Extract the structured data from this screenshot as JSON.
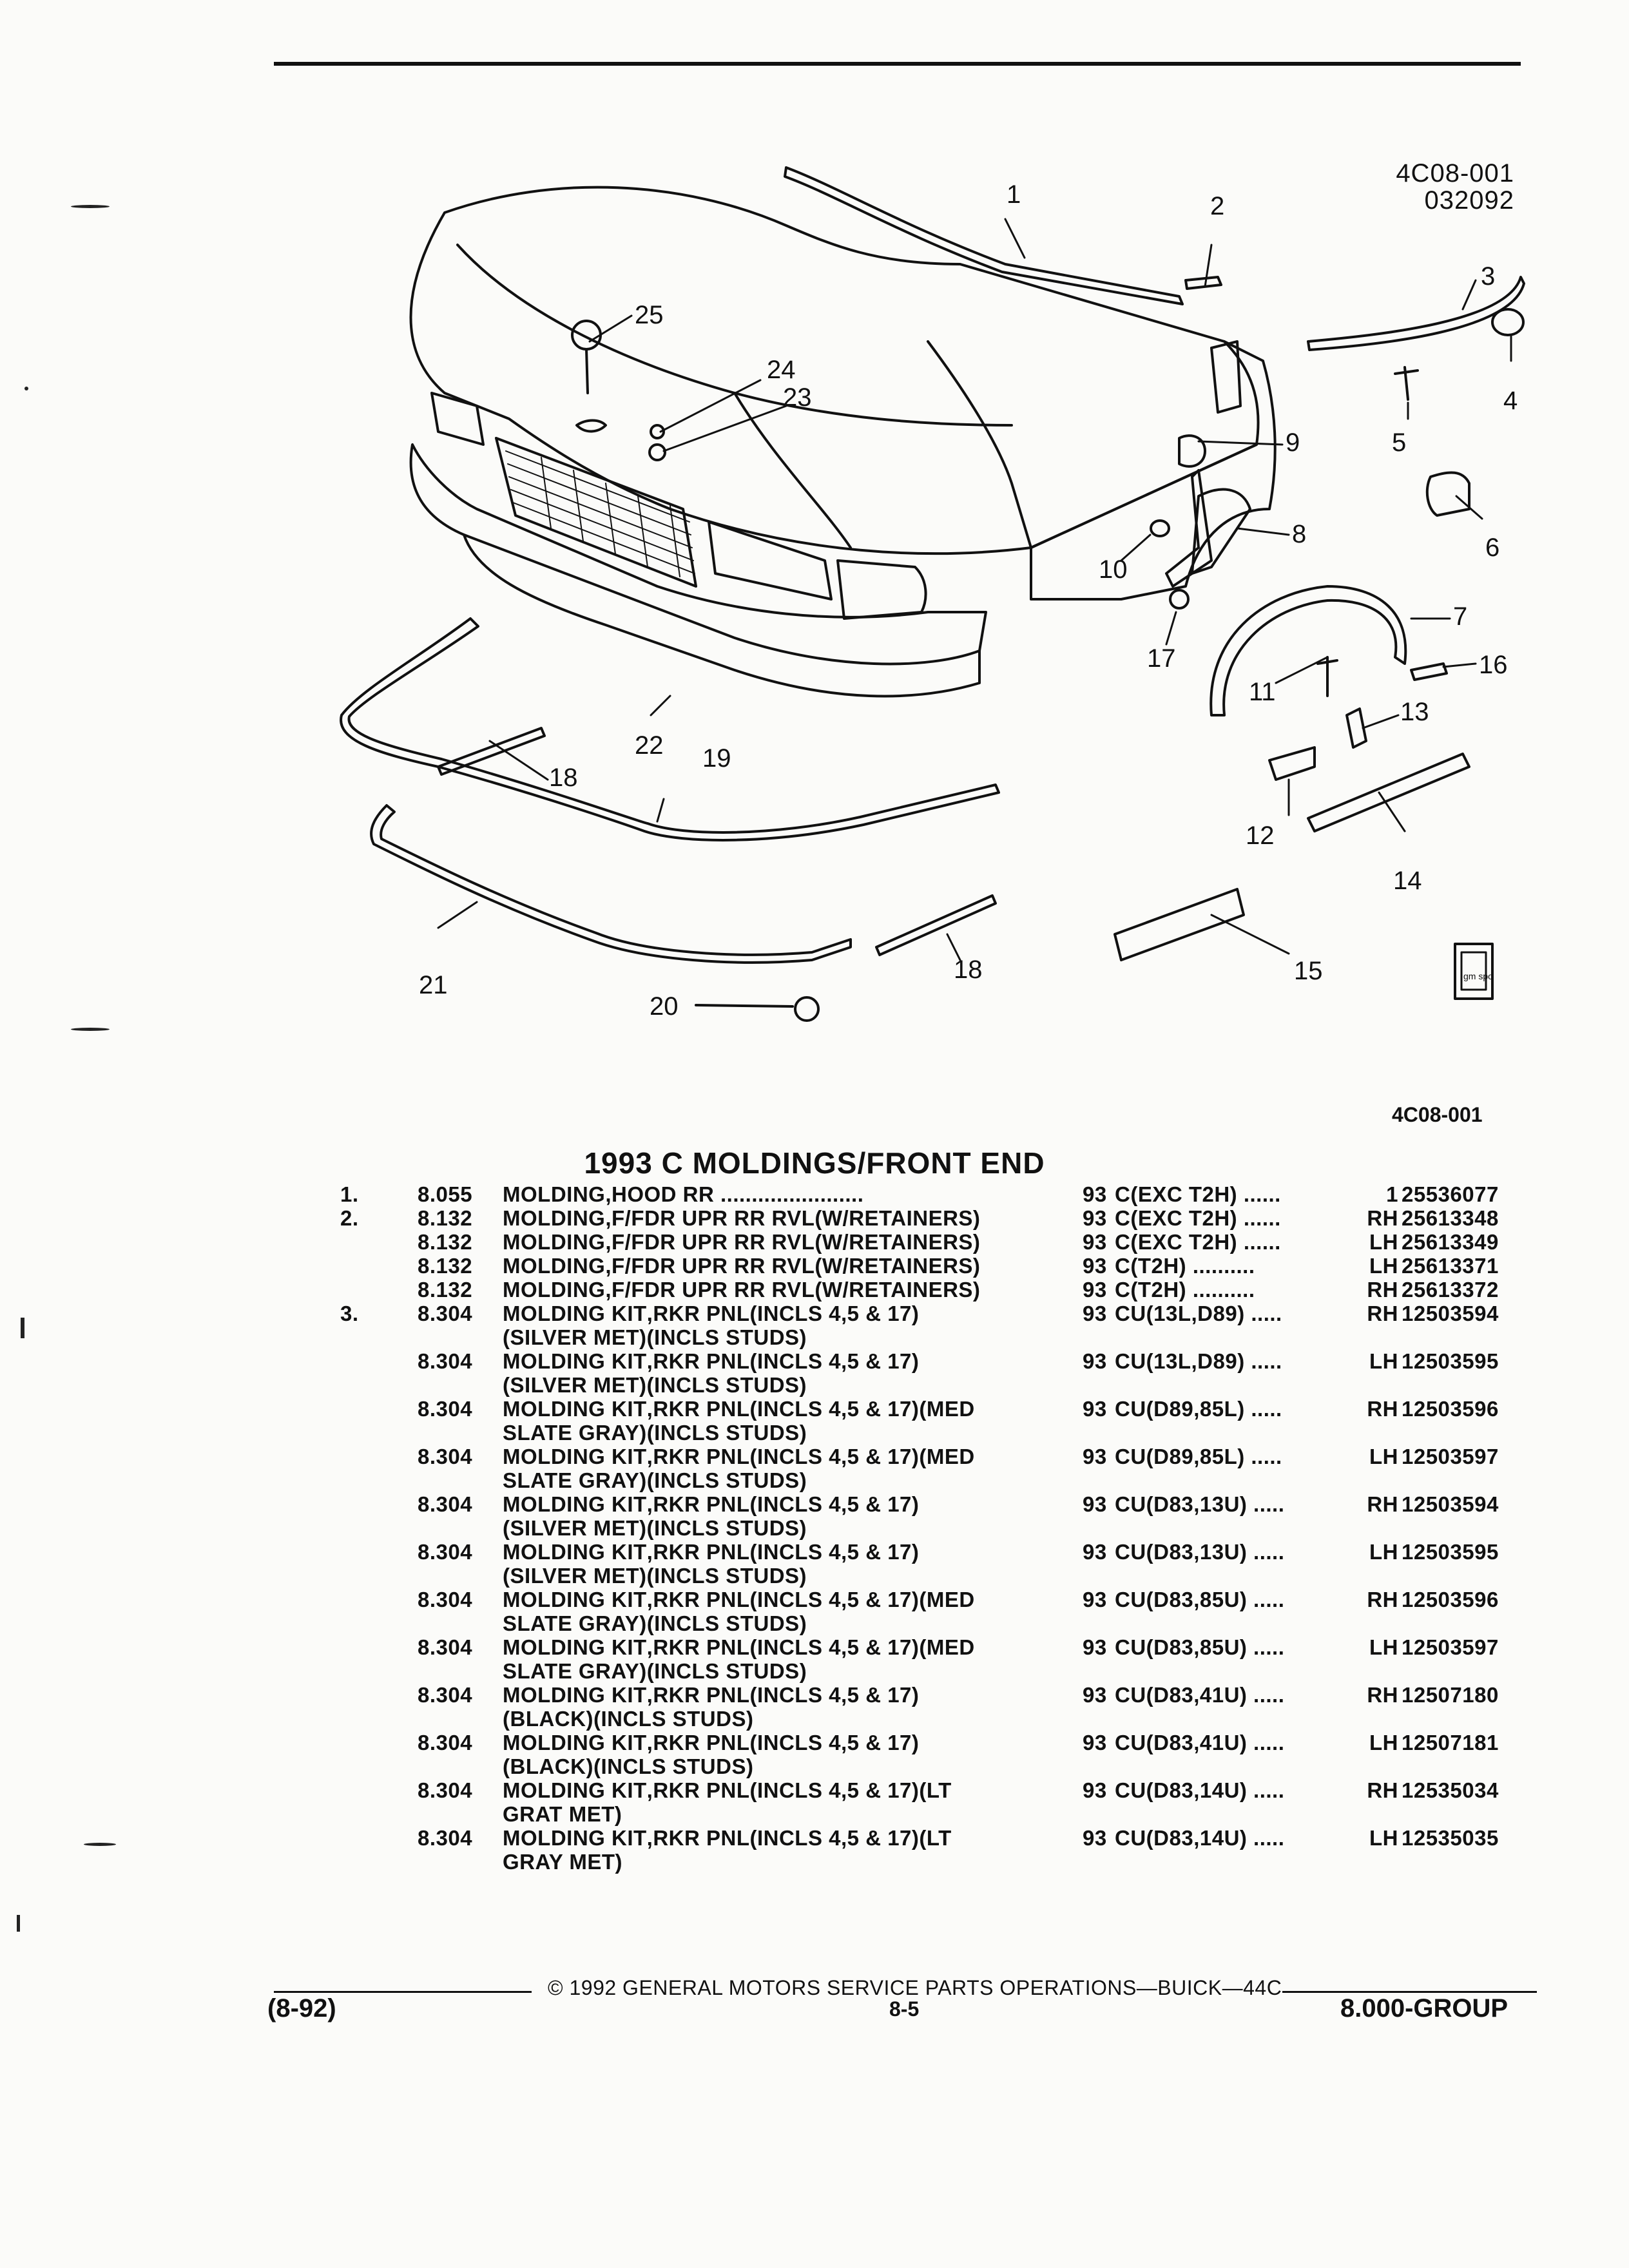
{
  "figure": {
    "code_top": "4C08-001",
    "date_code": "032092",
    "code_bottom": "4C08-001",
    "logo_text": "gm spo",
    "callouts": [
      "1",
      "2",
      "3",
      "4",
      "5",
      "6",
      "7",
      "8",
      "9",
      "10",
      "11",
      "12",
      "13",
      "14",
      "15",
      "16",
      "17",
      "18",
      "18",
      "19",
      "20",
      "21",
      "22",
      "23",
      "24",
      "25"
    ]
  },
  "title": "1993 C MOLDINGS/FRONT END",
  "parts": [
    {
      "ref": "1.",
      "group": "8.055",
      "name": "MOLDING",
      "desc": ",HOOD RR .......................",
      "desc2": "",
      "year": "93",
      "model": "C(EXC T2H) ......",
      "side": "1",
      "pn": "25536077"
    },
    {
      "ref": "2.",
      "group": "8.132",
      "name": "MOLDING",
      "desc": ",F/FDR UPR RR RVL(W/RETAINERS)",
      "desc2": "",
      "year": "93",
      "model": "C(EXC T2H) ......",
      "side": "RH",
      "pn": "25613348"
    },
    {
      "ref": "",
      "group": "8.132",
      "name": "MOLDING",
      "desc": ",F/FDR UPR RR RVL(W/RETAINERS)",
      "desc2": "",
      "year": "93",
      "model": "C(EXC T2H) ......",
      "side": "LH",
      "pn": "25613349"
    },
    {
      "ref": "",
      "group": "8.132",
      "name": "MOLDING",
      "desc": ",F/FDR UPR RR RVL(W/RETAINERS)",
      "desc2": "",
      "year": "93",
      "model": "C(T2H) ..........",
      "side": "LH",
      "pn": "25613371"
    },
    {
      "ref": "",
      "group": "8.132",
      "name": "MOLDING",
      "desc": ",F/FDR UPR RR RVL(W/RETAINERS)",
      "desc2": "",
      "year": "93",
      "model": "C(T2H) ..........",
      "side": "RH",
      "pn": "25613372"
    },
    {
      "ref": "3.",
      "group": "8.304",
      "name": "MOLDING KIT",
      "desc": ",RKR PNL(INCLS 4,5 & 17)",
      "desc2": "(SILVER MET)(INCLS STUDS)",
      "year": "93",
      "model": "CU(13L,D89) .....",
      "side": "RH",
      "pn": "12503594"
    },
    {
      "ref": "",
      "group": "8.304",
      "name": "MOLDING KIT",
      "desc": ",RKR PNL(INCLS 4,5 & 17)",
      "desc2": "(SILVER MET)(INCLS STUDS)",
      "year": "93",
      "model": "CU(13L,D89) .....",
      "side": "LH",
      "pn": "12503595"
    },
    {
      "ref": "",
      "group": "8.304",
      "name": "MOLDING KIT",
      "desc": ",RKR PNL(INCLS 4,5 & 17)(MED",
      "desc2": "SLATE GRAY)(INCLS STUDS)",
      "year": "93",
      "model": "CU(D89,85L) .....",
      "side": "RH",
      "pn": "12503596"
    },
    {
      "ref": "",
      "group": "8.304",
      "name": "MOLDING KIT",
      "desc": ",RKR PNL(INCLS 4,5 & 17)(MED",
      "desc2": "SLATE GRAY)(INCLS STUDS)",
      "year": "93",
      "model": "CU(D89,85L) .....",
      "side": "LH",
      "pn": "12503597"
    },
    {
      "ref": "",
      "group": "8.304",
      "name": "MOLDING KIT",
      "desc": ",RKR PNL(INCLS 4,5 & 17)",
      "desc2": "(SILVER MET)(INCLS STUDS)",
      "year": "93",
      "model": "CU(D83,13U) .....",
      "side": "RH",
      "pn": "12503594"
    },
    {
      "ref": "",
      "group": "8.304",
      "name": "MOLDING KIT",
      "desc": ",RKR PNL(INCLS 4,5 & 17)",
      "desc2": "(SILVER MET)(INCLS STUDS)",
      "year": "93",
      "model": "CU(D83,13U) .....",
      "side": "LH",
      "pn": "12503595"
    },
    {
      "ref": "",
      "group": "8.304",
      "name": "MOLDING KIT",
      "desc": ",RKR PNL(INCLS 4,5 & 17)(MED",
      "desc2": "SLATE GRAY)(INCLS STUDS)",
      "year": "93",
      "model": "CU(D83,85U) .....",
      "side": "RH",
      "pn": "12503596"
    },
    {
      "ref": "",
      "group": "8.304",
      "name": "MOLDING KIT",
      "desc": ",RKR PNL(INCLS 4,5 & 17)(MED",
      "desc2": "SLATE GRAY)(INCLS STUDS)",
      "year": "93",
      "model": "CU(D83,85U) .....",
      "side": "LH",
      "pn": "12503597"
    },
    {
      "ref": "",
      "group": "8.304",
      "name": "MOLDING KIT",
      "desc": ",RKR PNL(INCLS 4,5 & 17)",
      "desc2": "(BLACK)(INCLS STUDS)",
      "year": "93",
      "model": "CU(D83,41U) .....",
      "side": "RH",
      "pn": "12507180"
    },
    {
      "ref": "",
      "group": "8.304",
      "name": "MOLDING KIT",
      "desc": ",RKR PNL(INCLS 4,5 & 17)",
      "desc2": "(BLACK)(INCLS STUDS)",
      "year": "93",
      "model": "CU(D83,41U) .....",
      "side": "LH",
      "pn": "12507181"
    },
    {
      "ref": "",
      "group": "8.304",
      "name": "MOLDING KIT",
      "desc": ",RKR PNL(INCLS 4,5 & 17)(LT",
      "desc2": "GRAT MET)",
      "year": "93",
      "model": "CU(D83,14U) .....",
      "side": "RH",
      "pn": "12535034"
    },
    {
      "ref": "",
      "group": "8.304",
      "name": "MOLDING KIT",
      "desc": ",RKR PNL(INCLS 4,5 & 17)(LT",
      "desc2": "GRAY MET)",
      "year": "93",
      "model": "CU(D83,14U) .....",
      "side": "LH",
      "pn": "12535035"
    }
  ],
  "footer": {
    "copyright": "© 1992 GENERAL MOTORS SERVICE PARTS OPERATIONS—BUICK—44C",
    "date": "(8-92)",
    "page": "8-5",
    "group": "8.000-GROUP"
  }
}
